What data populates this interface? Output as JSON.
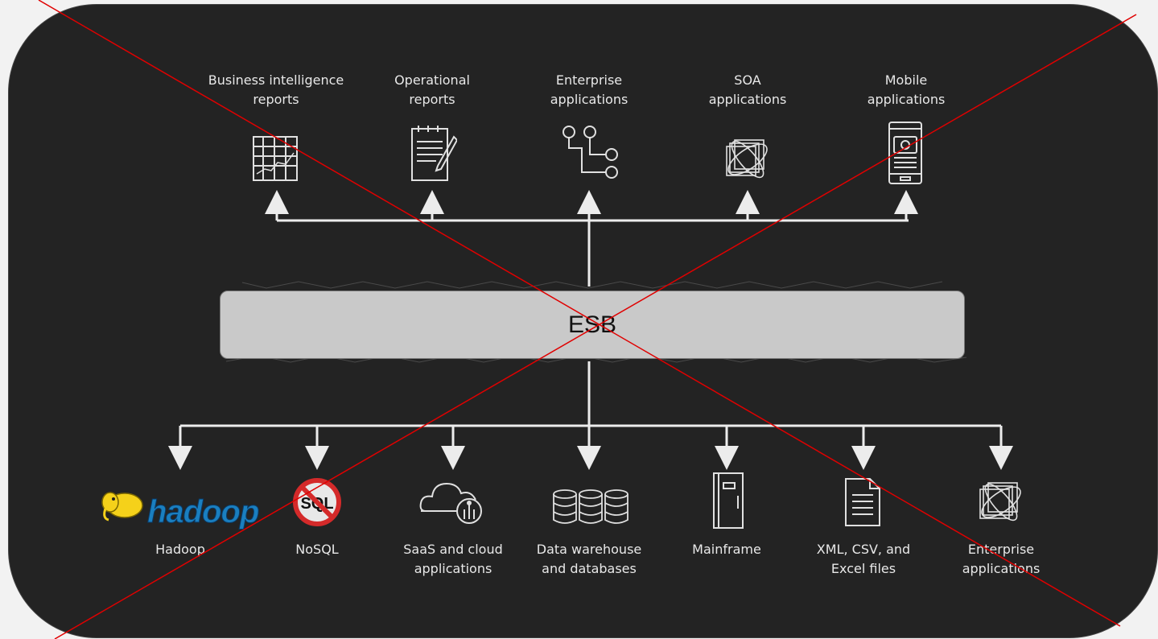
{
  "center": {
    "label": "ESB"
  },
  "consumers": [
    {
      "label": "Business intelligence\nreports",
      "icon": "chart-report-icon"
    },
    {
      "label": "Operational\nreports",
      "icon": "notepad-report-icon"
    },
    {
      "label": "Enterprise\napplications",
      "icon": "branch-icon"
    },
    {
      "label": "SOA\napplications",
      "icon": "stacked-layers-icon"
    },
    {
      "label": "Mobile\napplications",
      "icon": "mobile-phone-icon"
    }
  ],
  "sources": [
    {
      "label": "Hadoop",
      "icon": "hadoop-logo-icon",
      "logo_text": "hadoop"
    },
    {
      "label": "NoSQL",
      "icon": "no-sql-icon",
      "logo_text": "SQL"
    },
    {
      "label": "SaaS and cloud\napplications",
      "icon": "cloud-icon"
    },
    {
      "label": "Data warehouse\nand databases",
      "icon": "database-stack-icon"
    },
    {
      "label": "Mainframe",
      "icon": "mainframe-icon"
    },
    {
      "label": "XML, CSV, and\nExcel files",
      "icon": "document-file-icon"
    },
    {
      "label": "Enterprise\napplications",
      "icon": "stacked-layers-icon"
    }
  ],
  "colors": {
    "background": "#232323",
    "esb_fill": "#c9c9c9",
    "wire": "#ececec",
    "cross_out": "#e00000"
  }
}
